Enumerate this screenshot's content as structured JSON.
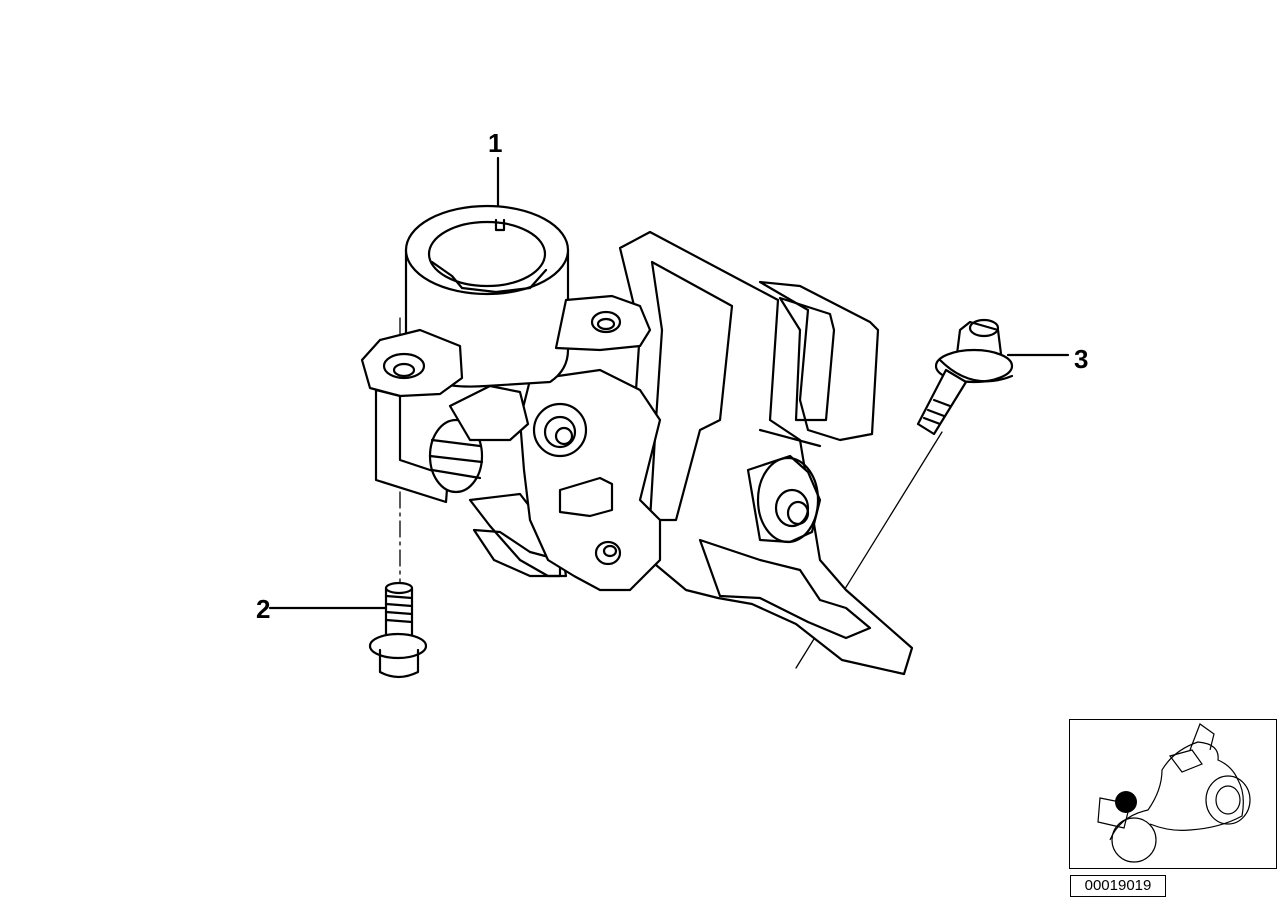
{
  "diagram": {
    "callouts": [
      {
        "id": "1",
        "label": "1"
      },
      {
        "id": "2",
        "label": "2"
      },
      {
        "id": "3",
        "label": "3"
      }
    ],
    "reference_code": "00019019",
    "thumbnail": {
      "icon": "motorcycle-locator-icon",
      "marker_color": "#000000"
    }
  }
}
